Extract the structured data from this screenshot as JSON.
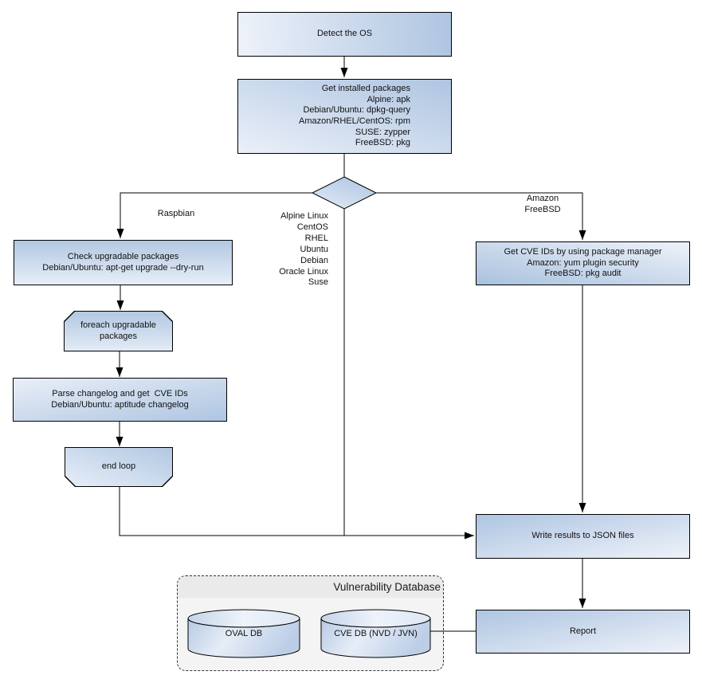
{
  "flowchart": {
    "nodes": {
      "detect_os": "Detect the OS",
      "get_installed_packages": "Get installed packages\nAlpine: apk\nDebian/Ubuntu: dpkg-query\nAmazon/RHEL/CentOS: rpm\nSUSE: zypper\nFreeBSD: pkg",
      "check_upgradable": "Check upgradable packages\nDebian/Ubuntu: apt-get upgrade --dry-run",
      "foreach_loop": "foreach\nupgradable  packages",
      "parse_changelog": "Parse changelog and get  CVE IDs\nDebian/Ubuntu: aptitude changelog",
      "end_loop": "end loop",
      "get_cve_ids": "Get CVE IDs by using package manager\nAmazon: yum plugin security\nFreeBSD: pkg audit",
      "write_results": "Write results to JSON files",
      "report": "Report"
    },
    "branch_labels": {
      "left": "Raspbian",
      "middle": "Alpine Linux\nCentOS\nRHEL\nUbuntu\nDebian\nOracle Linux\nSuse",
      "right": "Amazon\nFreeBSD"
    },
    "database": {
      "title": "Vulnerability Database",
      "oval_db": "OVAL DB",
      "cve_db": "CVE DB (NVD / JVN)"
    },
    "colors": {
      "node_gradient_dark": "#aec5e1",
      "node_gradient_light": "#ebf0f9",
      "stroke": "#000000",
      "db_container_bg": "#f4f4f4",
      "db_container_band": "#eaeaea"
    }
  }
}
